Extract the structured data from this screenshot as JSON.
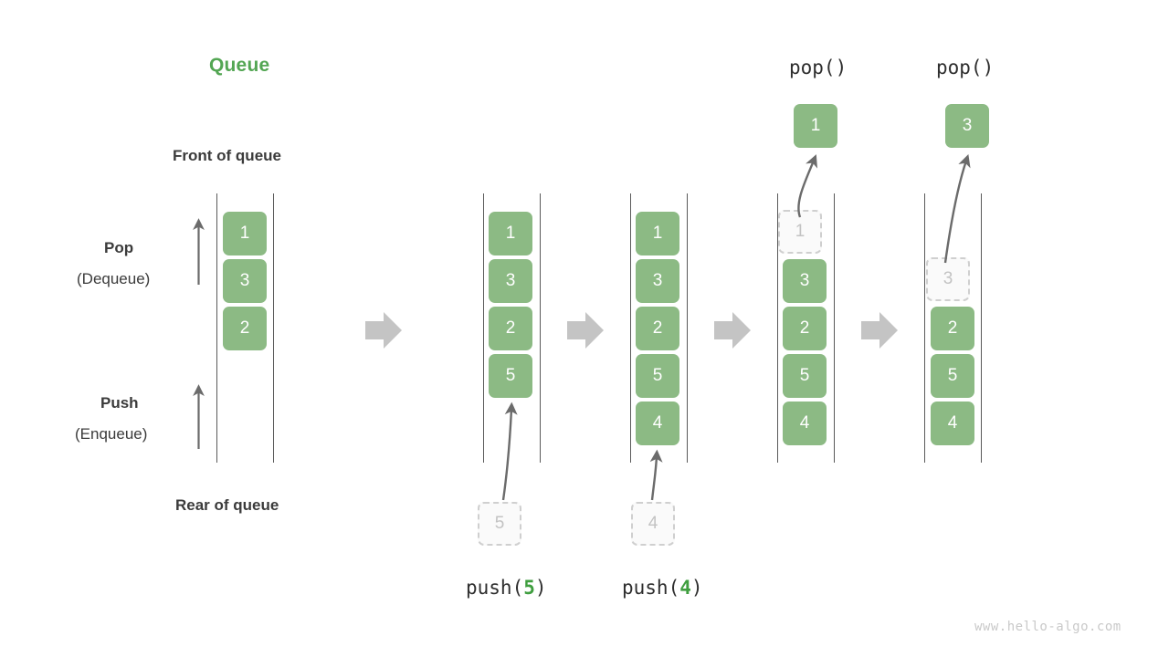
{
  "title": "Queue",
  "labels": {
    "front": "Front of queue",
    "rear": "Rear of queue",
    "pop_bold": "Pop",
    "pop_paren": "(Dequeue)",
    "push_bold": "Push",
    "push_paren": "(Enqueue)"
  },
  "watermark": "www.hello-algo.com",
  "colors": {
    "accent_green": "#53a653",
    "cell_green": "#8cba84",
    "ghost_border": "#cfcfcf",
    "ghost_fill": "#fafafa",
    "ghost_text": "#c3c3c3",
    "rail": "#5a5a5a",
    "block_arrow": "#c4c4c4",
    "curve_arrow": "#6b6b6b",
    "text": "#3b3b3b",
    "watermark": "#c9c9c9"
  },
  "chart_data": {
    "type": "diagram",
    "title": "Queue",
    "description": "Queue push (enqueue) and pop (dequeue) operation sequence",
    "annotations": [
      "Front of queue",
      "Rear of queue",
      "Pop",
      "(Dequeue)",
      "Push",
      "(Enqueue)"
    ],
    "columns": [
      {
        "id": "initial",
        "caption": "",
        "top_label": "",
        "cells": [
          {
            "value": "1",
            "state": "filled"
          },
          {
            "value": "3",
            "state": "filled"
          },
          {
            "value": "2",
            "state": "filled"
          }
        ],
        "incoming": null,
        "outgoing": null
      },
      {
        "id": "after-push-5",
        "caption": "push(5)",
        "caption_fn": "push",
        "caption_arg": "5",
        "top_label": "",
        "cells": [
          {
            "value": "1",
            "state": "filled"
          },
          {
            "value": "3",
            "state": "filled"
          },
          {
            "value": "2",
            "state": "filled"
          },
          {
            "value": "5",
            "state": "filled"
          }
        ],
        "incoming": {
          "value": "5",
          "state": "ghost"
        },
        "outgoing": null
      },
      {
        "id": "after-push-4",
        "caption": "push(4)",
        "caption_fn": "push",
        "caption_arg": "4",
        "top_label": "",
        "cells": [
          {
            "value": "1",
            "state": "filled"
          },
          {
            "value": "3",
            "state": "filled"
          },
          {
            "value": "2",
            "state": "filled"
          },
          {
            "value": "5",
            "state": "filled"
          },
          {
            "value": "4",
            "state": "filled"
          }
        ],
        "incoming": {
          "value": "4",
          "state": "ghost"
        },
        "outgoing": null
      },
      {
        "id": "after-pop-1",
        "caption": "",
        "top_label": "pop()",
        "cells": [
          {
            "value": "1",
            "state": "ghost"
          },
          {
            "value": "3",
            "state": "filled"
          },
          {
            "value": "2",
            "state": "filled"
          },
          {
            "value": "5",
            "state": "filled"
          },
          {
            "value": "4",
            "state": "filled"
          }
        ],
        "incoming": null,
        "outgoing": {
          "value": "1",
          "state": "filled"
        }
      },
      {
        "id": "after-pop-3",
        "caption": "",
        "top_label": "pop()",
        "cells": [
          {
            "value": "",
            "state": "empty"
          },
          {
            "value": "3",
            "state": "ghost"
          },
          {
            "value": "2",
            "state": "filled"
          },
          {
            "value": "5",
            "state": "filled"
          },
          {
            "value": "4",
            "state": "filled"
          }
        ],
        "incoming": null,
        "outgoing": {
          "value": "3",
          "state": "filled"
        }
      }
    ],
    "step_arrows": 4
  }
}
